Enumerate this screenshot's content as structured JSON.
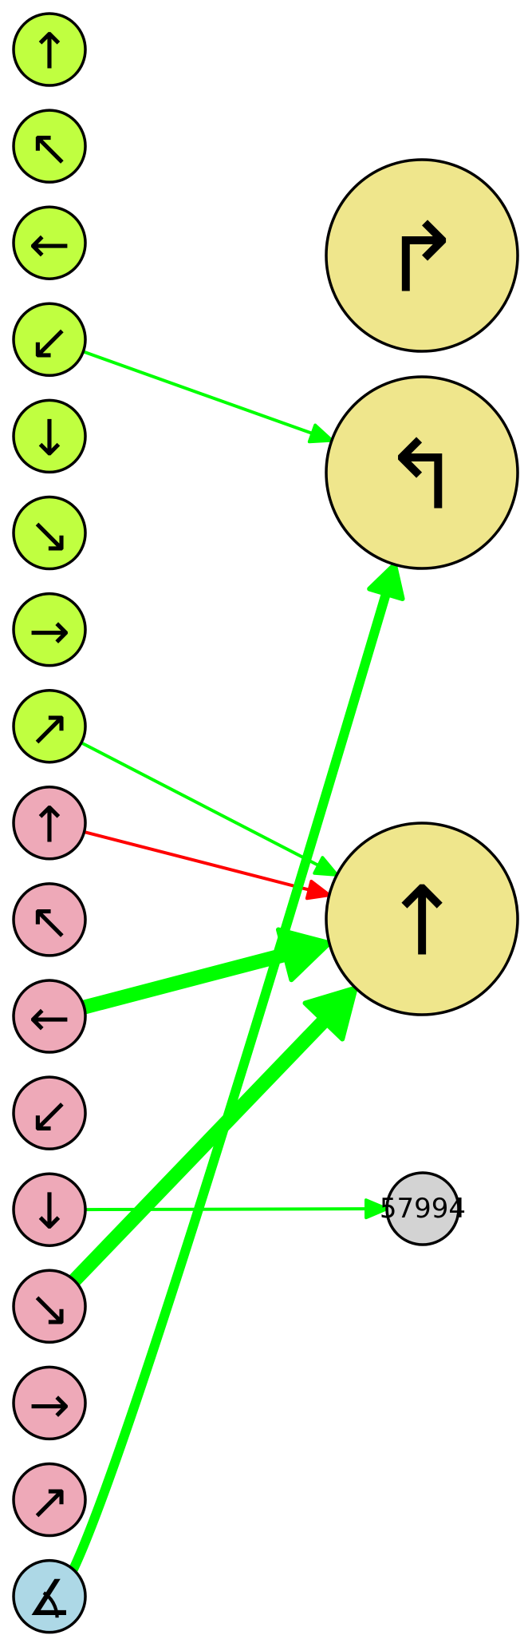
{
  "colors": {
    "green_node": "#c0ff40",
    "pink_node": "#eea9b8",
    "blue_node": "#add8e6",
    "target_node": "#efe68c",
    "gray_node": "#d3d3d3",
    "edge_positive": "#00ff00",
    "edge_negative": "#ff0000"
  },
  "nodes": {
    "left": [
      {
        "id": "g-up",
        "group": "green",
        "glyph": "↑"
      },
      {
        "id": "g-up-left",
        "group": "green",
        "glyph": "↖"
      },
      {
        "id": "g-left",
        "group": "green",
        "glyph": "←"
      },
      {
        "id": "g-down-left",
        "group": "green",
        "glyph": "↙"
      },
      {
        "id": "g-down",
        "group": "green",
        "glyph": "↓"
      },
      {
        "id": "g-down-right",
        "group": "green",
        "glyph": "↘"
      },
      {
        "id": "g-right",
        "group": "green",
        "glyph": "→"
      },
      {
        "id": "g-up-right",
        "group": "green",
        "glyph": "↗"
      },
      {
        "id": "p-up",
        "group": "pink",
        "glyph": "↑"
      },
      {
        "id": "p-up-left",
        "group": "pink",
        "glyph": "↖"
      },
      {
        "id": "p-left",
        "group": "pink",
        "glyph": "←"
      },
      {
        "id": "p-down-left",
        "group": "pink",
        "glyph": "↙"
      },
      {
        "id": "p-down",
        "group": "pink",
        "glyph": "↓"
      },
      {
        "id": "p-down-right",
        "group": "pink",
        "glyph": "↘"
      },
      {
        "id": "p-right",
        "group": "pink",
        "glyph": "→"
      },
      {
        "id": "p-up-right",
        "group": "pink",
        "glyph": "↗"
      },
      {
        "id": "b-angle",
        "group": "blue",
        "glyph": "∡"
      }
    ],
    "targets": [
      {
        "id": "t-up-right-turn",
        "glyph": "↱"
      },
      {
        "id": "t-up-left-turn",
        "glyph": "↰"
      },
      {
        "id": "t-up",
        "glyph": "↑"
      }
    ],
    "output": {
      "id": "n-57994",
      "label": "57994"
    }
  },
  "edges": [
    {
      "from": "g-down-left",
      "to": "t-up-left-turn",
      "sign": "positive",
      "weight": 1
    },
    {
      "from": "g-up-right",
      "to": "t-up",
      "sign": "positive",
      "weight": 1
    },
    {
      "from": "p-up",
      "to": "t-up",
      "sign": "negative",
      "weight": 1
    },
    {
      "from": "p-left",
      "to": "t-up",
      "sign": "positive",
      "weight": 4
    },
    {
      "from": "p-down",
      "to": "n-57994",
      "sign": "positive",
      "weight": 1
    },
    {
      "from": "p-down-right",
      "to": "t-up",
      "sign": "positive",
      "weight": 4
    },
    {
      "from": "b-angle",
      "to": "t-up-left-turn",
      "sign": "positive",
      "weight": 3
    }
  ]
}
